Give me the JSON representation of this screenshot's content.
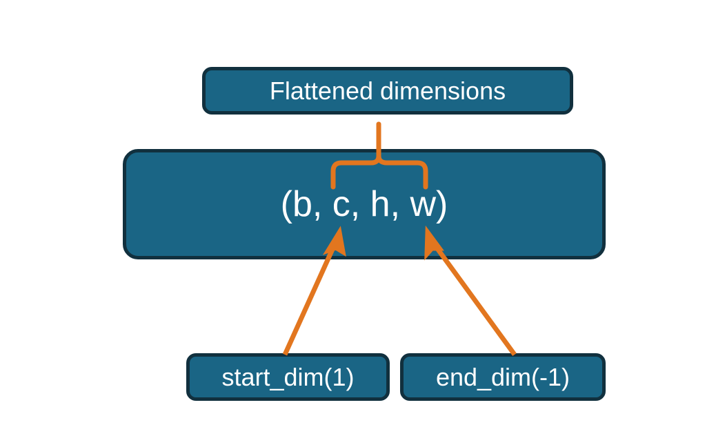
{
  "diagram": {
    "title_text": "Flattened dimensions",
    "shape_text": "(b, c, h, w)",
    "start_dim_text": "start_dim(1)",
    "end_dim_text": "end_dim(-1)",
    "colors": {
      "box_fill": "#1a6585",
      "box_border": "#11303e",
      "box_text": "#ffffff",
      "connector": "#e2761f",
      "background": "#ffffff"
    },
    "nodes": [
      {
        "name": "flattened-dimensions",
        "label": "Flattened dimensions"
      },
      {
        "name": "tensor-shape",
        "label": "(b, c, h, w)"
      },
      {
        "name": "start-dim",
        "label": "start_dim(1)"
      },
      {
        "name": "end-dim",
        "label": "end_dim(-1)"
      }
    ],
    "connectors": [
      {
        "name": "brace-to-flattened",
        "type": "curly-brace",
        "direction": "up",
        "spans": "c, h, w"
      },
      {
        "name": "arrow-start-dim-to-shape",
        "type": "arrow",
        "direction": "up-left",
        "from": "start_dim(1)",
        "to": "(b, c, h, w)"
      },
      {
        "name": "arrow-end-dim-to-shape",
        "type": "arrow",
        "direction": "up-right",
        "from": "end_dim(-1)",
        "to": "(b, c, h, w)"
      }
    ]
  }
}
